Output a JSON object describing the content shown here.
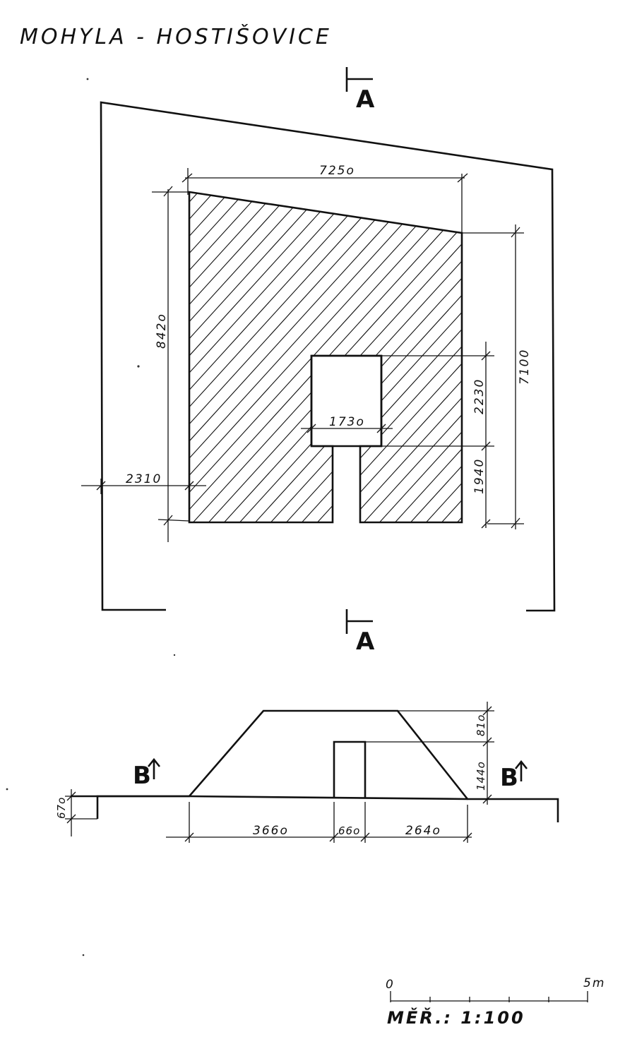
{
  "title": "MOHYLA - HOSTIŠOVICE",
  "section_marks": {
    "a_top": "A",
    "a_bottom": "A",
    "b_left": "B",
    "b_right": "B"
  },
  "plan_dimensions": {
    "top_width": "725o",
    "left_height": "842o",
    "right_height": "7100",
    "left_offset": "2310",
    "chamber_width": "173o",
    "chamber_height": "2230",
    "passage_length": "1940"
  },
  "section_dimensions": {
    "left_base": "366o",
    "chamber": "66o",
    "right_base": "264o",
    "top_height": "81o",
    "chamber_height": "144o",
    "ground_step": "67o"
  },
  "scale_bar": {
    "start_label": "0",
    "end_label": "5m",
    "scale_text": "MĚŘ.: 1:100"
  }
}
